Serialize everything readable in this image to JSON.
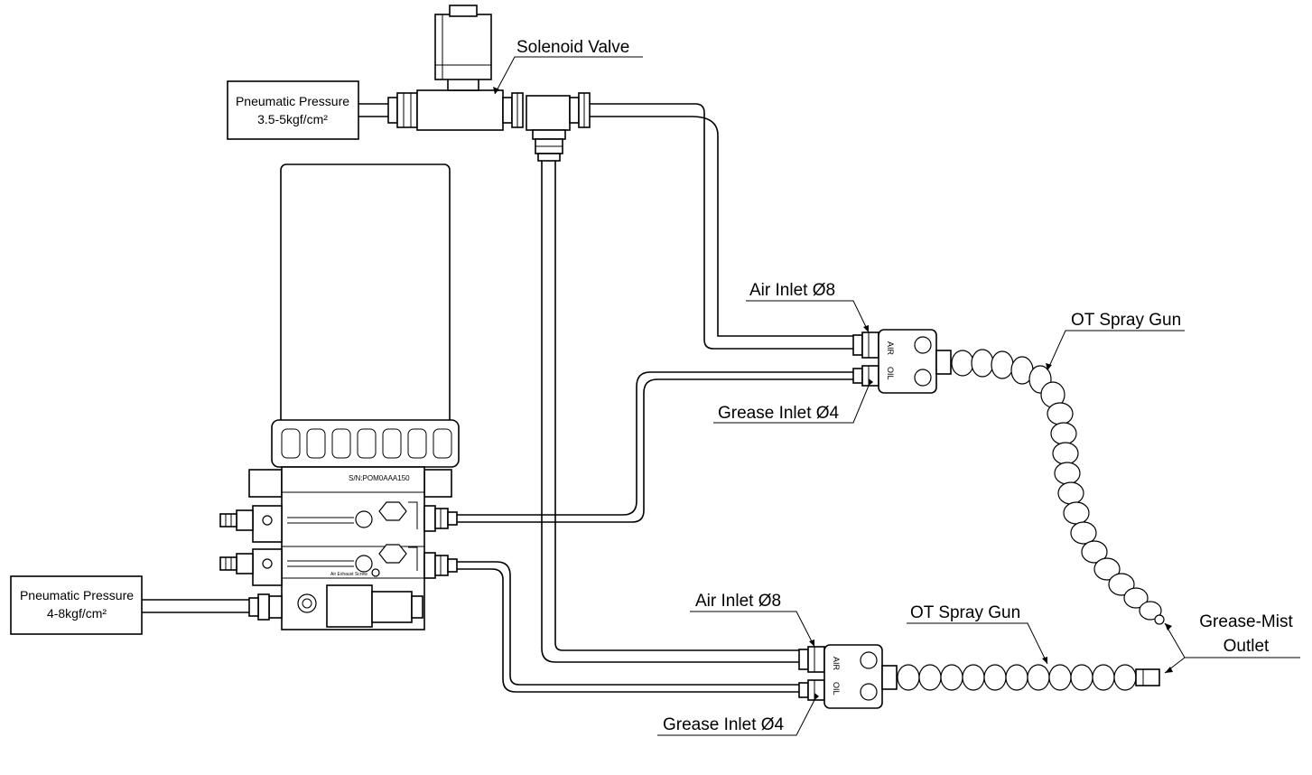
{
  "labels": {
    "solenoid_valve": "Solenoid Valve",
    "pneumatic_pressure_top": "Pneumatic Pressure",
    "pneumatic_pressure_top_value": "3.5-5kgf/cm²",
    "pneumatic_pressure_bottom": "Pneumatic Pressure",
    "pneumatic_pressure_bottom_value": "4-8kgf/cm²",
    "air_inlet_upper": "Air Inlet Ø8",
    "grease_inlet_upper": "Grease Inlet Ø4",
    "ot_spray_gun_upper": "OT Spray Gun",
    "air_inlet_lower": "Air Inlet Ø8",
    "grease_inlet_lower": "Grease Inlet Ø4",
    "ot_spray_gun_lower": "OT Spray Gun",
    "grease_mist_outlet_line1": "Grease-Mist",
    "grease_mist_outlet_line2": "Outlet"
  },
  "pump": {
    "serial": "S/N:POM0AAA150",
    "exhaust_text": "Air Exhaust Screw"
  },
  "nozzle_ports": {
    "air": "AIR",
    "oil": "OIL"
  }
}
